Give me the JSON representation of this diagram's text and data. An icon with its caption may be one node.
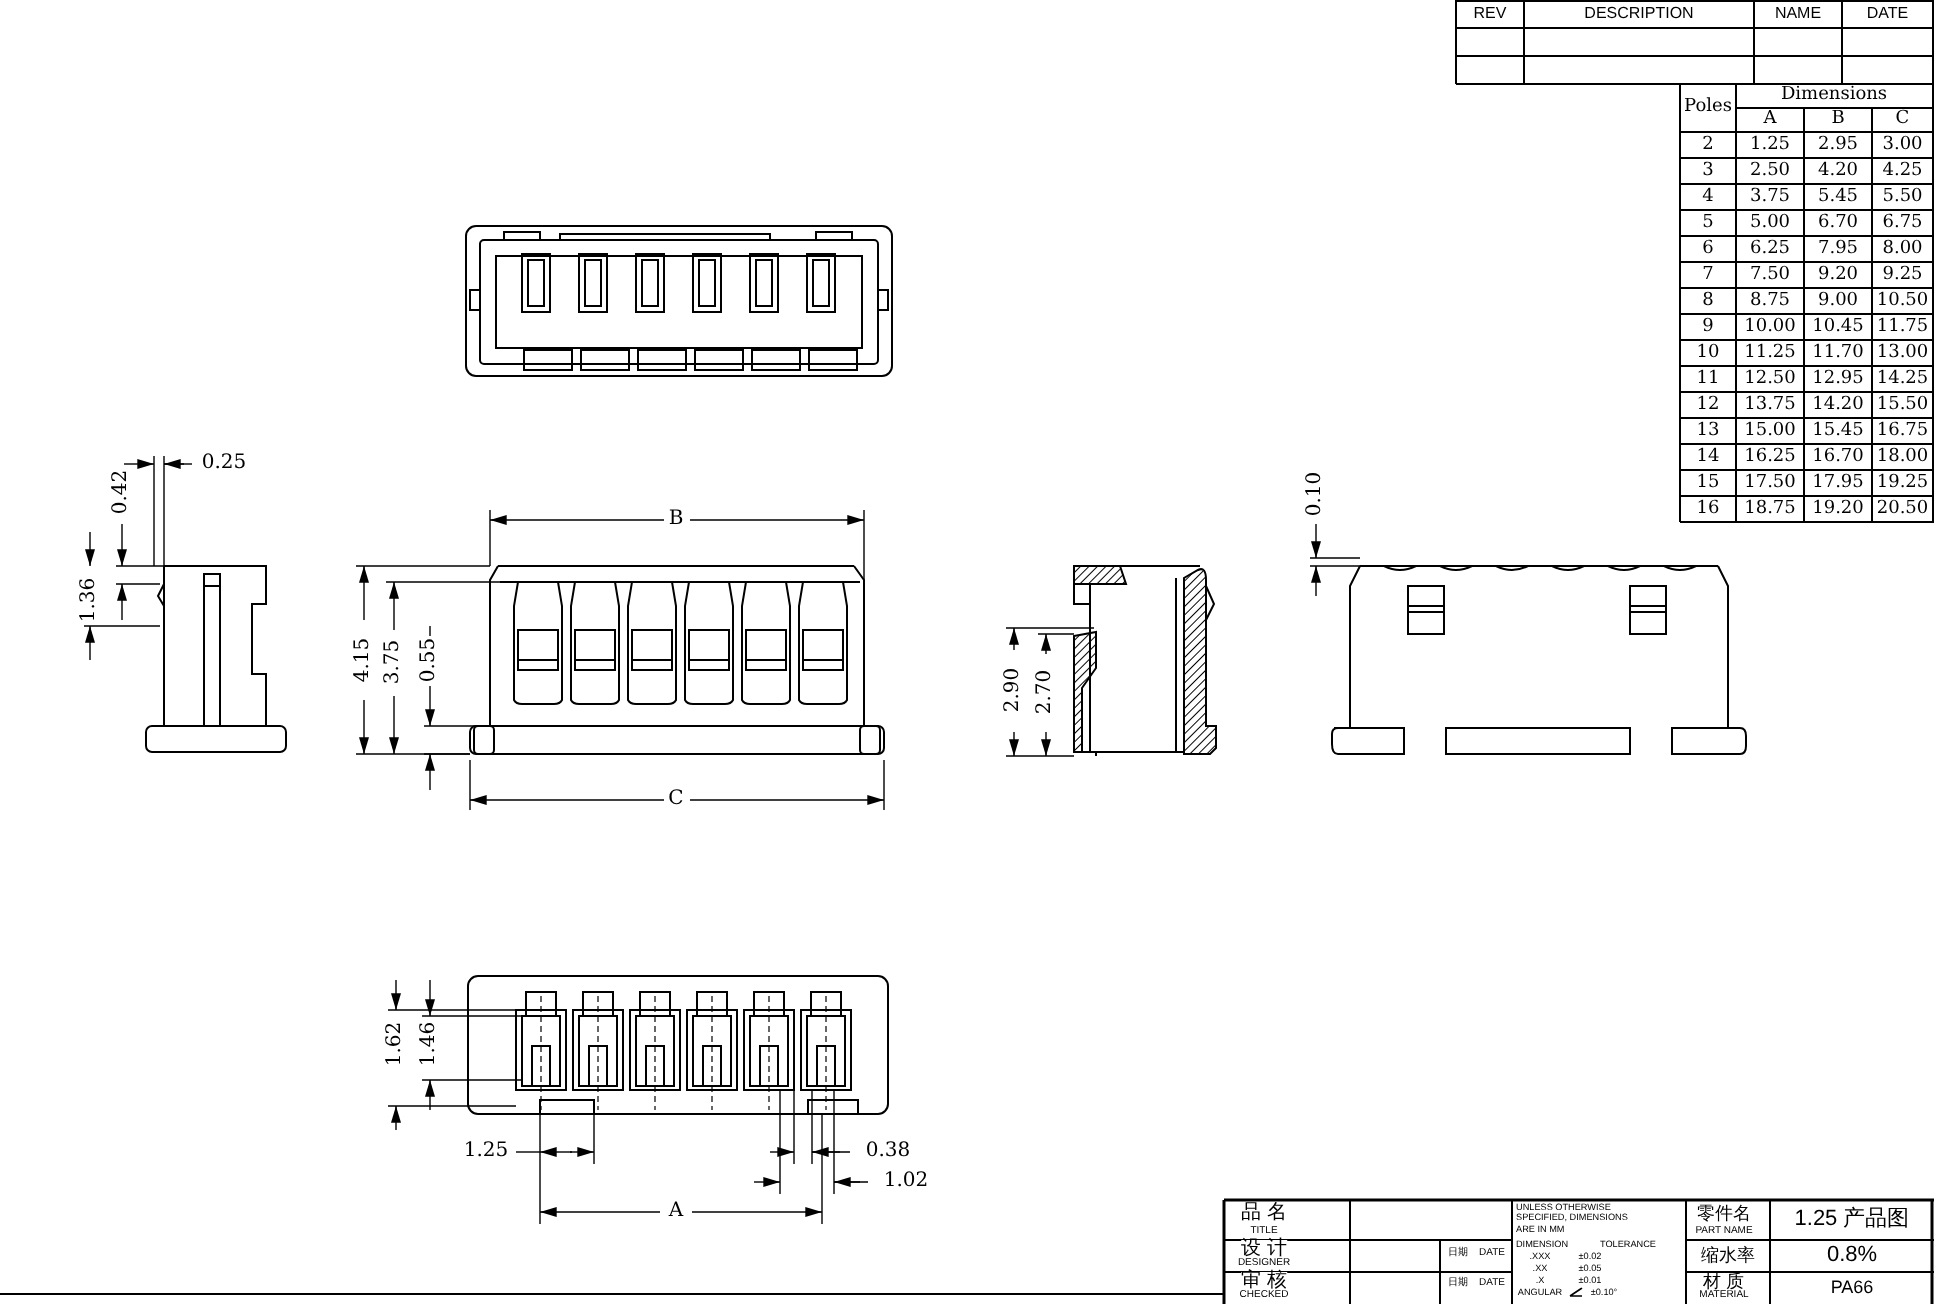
{
  "diagram": {
    "labels": [
      "REV",
      "DESCRIPTION",
      "NAME",
      "DATE",
      "Poles",
      "Dimensions",
      "A",
      "B",
      "C",
      "2",
      "1.25",
      "2.95",
      "3.00",
      "3",
      "2.50",
      "4.20",
      "4.25",
      "4",
      "3.75",
      "5.45",
      "5.50",
      "5",
      "5.00",
      "6.70",
      "6.75",
      "6",
      "6.25",
      "7.95",
      "8.00",
      "7",
      "7.50",
      "9.20",
      "9.25",
      "8",
      "8.75",
      "9.00",
      "10.50",
      "9",
      "10.00",
      "10.45",
      "11.75",
      "10",
      "11.25",
      "11.70",
      "13.00",
      "11",
      "12.50",
      "12.95",
      "14.25",
      "12",
      "13.75",
      "14.20",
      "15.50",
      "13",
      "15.00",
      "15.45",
      "16.75",
      "14",
      "16.25",
      "16.70",
      "18.00",
      "15",
      "17.50",
      "17.95",
      "19.25",
      "16",
      "18.75",
      "19.20",
      "20.50",
      "0.25",
      "0.42",
      "1.36",
      "B",
      "4.15",
      "3.75",
      "0.55",
      "C",
      "0.10",
      "2.90",
      "2.70",
      "1.62",
      "1.46",
      "1.25",
      "0.38",
      "1.02",
      "A",
      "品 名",
      "TITLE",
      "UNLESS OTHERWISE SPECIFIED, DIMENSIONS ARE IN MM",
      "零件名",
      "PART NAME",
      "1.25 产品图",
      "设 计",
      "DESIGNER",
      "日期",
      "DATE",
      "DIMENSION",
      "TOLERANCE",
      ".XXX",
      "±0.02",
      "缩水率",
      "0.8%",
      "审 核",
      "CHECKED",
      "日期",
      "DATE",
      ".XX",
      "±0.05",
      ".X",
      "±0.01",
      "ANGULAR",
      "±0.10°",
      "材 质",
      "MATERIAL",
      "PA66"
    ]
  }
}
